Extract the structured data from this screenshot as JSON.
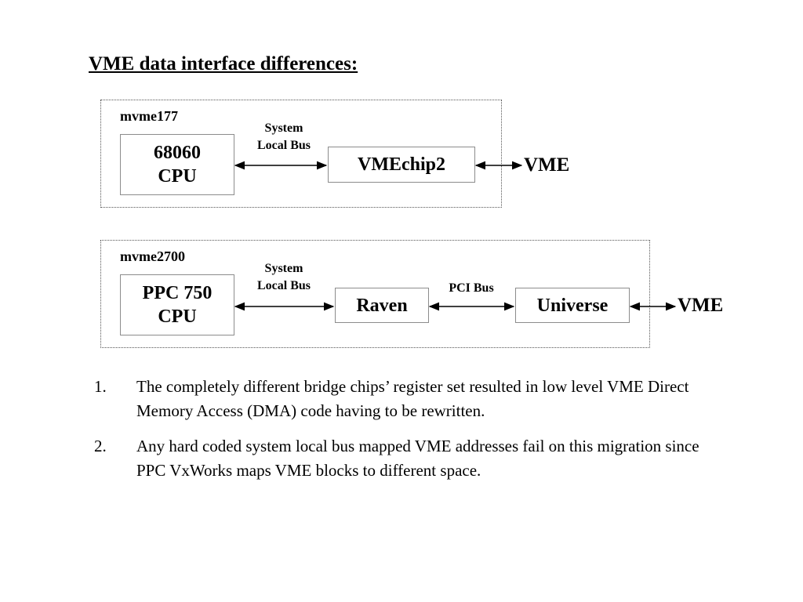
{
  "title": "VME data interface differences:",
  "diagram1": {
    "group_label": "mvme177",
    "cpu_line1": "68060",
    "cpu_line2": "CPU",
    "bus_line1": "System",
    "bus_line2": "Local Bus",
    "bridge": "VMEchip2",
    "vme": "VME"
  },
  "diagram2": {
    "group_label": "mvme2700",
    "cpu_line1": "PPC 750",
    "cpu_line2": "CPU",
    "bus_line1": "System",
    "bus_line2": "Local Bus",
    "bridge1": "Raven",
    "pci_label": "PCI Bus",
    "bridge2": "Universe",
    "vme": "VME"
  },
  "notes": [
    {
      "num": "1.",
      "text": "The completely different bridge chips’ register set resulted in low level VME Direct Memory Access (DMA) code having to be rewritten."
    },
    {
      "num": "2.",
      "text": "Any hard coded system local bus mapped VME addresses fail on this migration since PPC VxWorks maps VME blocks to different space."
    }
  ]
}
